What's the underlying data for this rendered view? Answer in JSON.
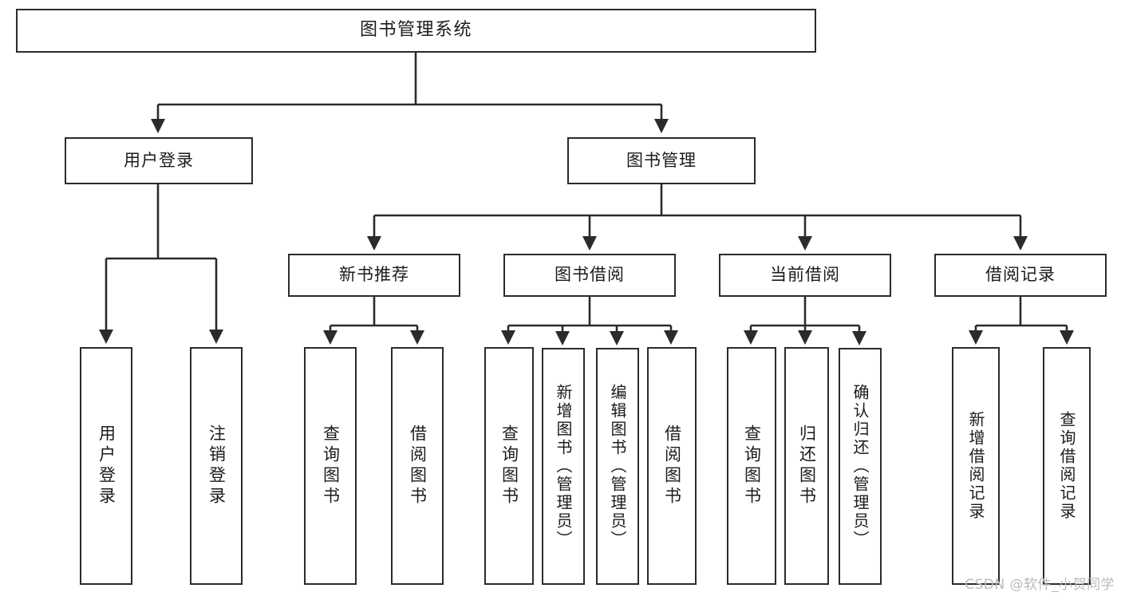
{
  "diagram": {
    "title": "图书管理系统",
    "type": "tree",
    "root": {
      "id": "root",
      "label": "图书管理系统"
    },
    "level2": [
      {
        "id": "user-login",
        "label": "用户登录"
      },
      {
        "id": "book-manage",
        "label": "图书管理"
      }
    ],
    "level3": [
      {
        "id": "new-book-recommend",
        "label": "新书推荐",
        "parent": "book-manage"
      },
      {
        "id": "book-borrow",
        "label": "图书借阅",
        "parent": "book-manage"
      },
      {
        "id": "current-borrow",
        "label": "当前借阅",
        "parent": "book-manage"
      },
      {
        "id": "borrow-record",
        "label": "借阅记录",
        "parent": "book-manage"
      }
    ],
    "leaves": [
      {
        "id": "leaf-user-login",
        "label": "用户登录",
        "parent": "user-login"
      },
      {
        "id": "leaf-logout-login",
        "label": "注销登录",
        "parent": "user-login"
      },
      {
        "id": "leaf-query-book-1",
        "label": "查询图书",
        "parent": "new-book-recommend"
      },
      {
        "id": "leaf-borrow-book-1",
        "label": "借阅图书",
        "parent": "new-book-recommend"
      },
      {
        "id": "leaf-query-book-2",
        "label": "查询图书",
        "parent": "book-borrow"
      },
      {
        "id": "leaf-add-book",
        "label": "新增图书（管理员）",
        "parent": "book-borrow"
      },
      {
        "id": "leaf-edit-book",
        "label": "编辑图书（管理员）",
        "parent": "book-borrow"
      },
      {
        "id": "leaf-borrow-book-2",
        "label": "借阅图书",
        "parent": "book-borrow"
      },
      {
        "id": "leaf-query-book-3",
        "label": "查询图书",
        "parent": "current-borrow"
      },
      {
        "id": "leaf-return-book",
        "label": "归还图书",
        "parent": "current-borrow"
      },
      {
        "id": "leaf-confirm-return",
        "label": "确认归还（管理员）",
        "parent": "current-borrow"
      },
      {
        "id": "leaf-add-record",
        "label": "新增借阅记录",
        "parent": "borrow-record"
      },
      {
        "id": "leaf-query-record",
        "label": "查询借阅记录",
        "parent": "borrow-record"
      }
    ],
    "colors": {
      "stroke": "#2b2b2b",
      "fill": "#ffffff",
      "text": "#1b1b1b",
      "watermark": "#b9b9b9"
    }
  },
  "watermark": {
    "text": "CSDN @软件_小贺同学"
  }
}
